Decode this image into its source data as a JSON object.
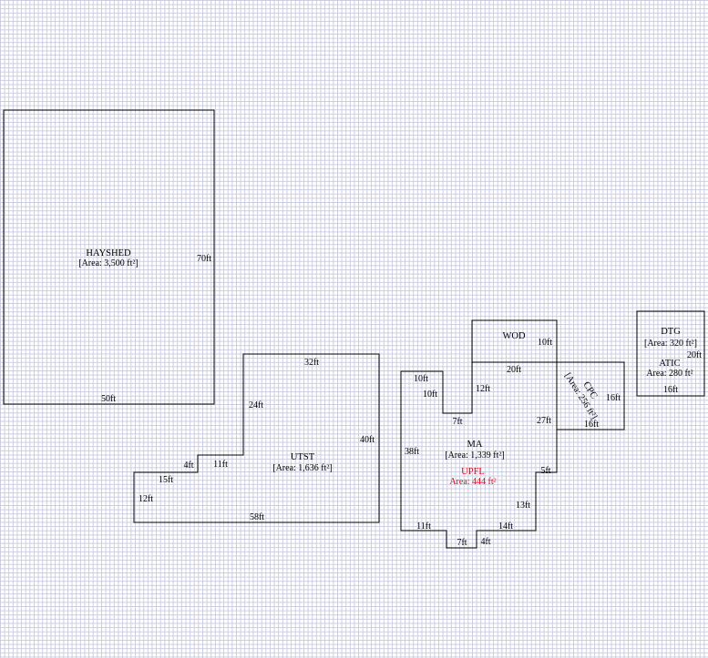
{
  "areas": {
    "hayshed": {
      "name": "HAYSHED",
      "area": "[Area: 3,500 ft²]"
    },
    "utst": {
      "name": "UTST",
      "area": "[Area: 1,636 ft²]"
    },
    "wod": {
      "name": "WOD"
    },
    "ma": {
      "name": "MA",
      "area": "[Area: 1,339 ft²]"
    },
    "upfl": {
      "name": "UPFL",
      "area": "Area: 444 ft²",
      "color": "#e8001c"
    },
    "cpc": {
      "name": "CPC",
      "area": "[Area: 256 ft²]"
    },
    "dtg": {
      "name": "DTG",
      "area": "[Area: 320 ft²]"
    },
    "atic": {
      "name": "ATIC",
      "area": "Area: 280 ft²"
    }
  },
  "dimensions": {
    "hayshed": {
      "right": "70ft",
      "bottom": "50ft"
    },
    "utst": {
      "top": "32ft",
      "right": "40ft",
      "bottom": "58ft",
      "left": "12ft",
      "step1": "15ft",
      "step2": "4ft",
      "step3": "11ft",
      "step4": "24ft"
    },
    "wod": {
      "side": "10ft",
      "bottom": "20ft"
    },
    "ma": {
      "top_left": "10ft",
      "notch_side": "10ft",
      "notch_bottom": "7ft",
      "inner_side": "12ft",
      "left": "38ft",
      "right_upper": "27ft",
      "step_a": "5ft",
      "step_b": "13ft",
      "bottom_right": "14ft",
      "bottom_step": "4ft",
      "bottom_notch": "7ft",
      "bottom_left": "11ft"
    },
    "cpc": {
      "right": "16ft",
      "bottom": "16ft"
    },
    "dtg": {
      "right": "20ft",
      "bottom": "16ft"
    }
  }
}
